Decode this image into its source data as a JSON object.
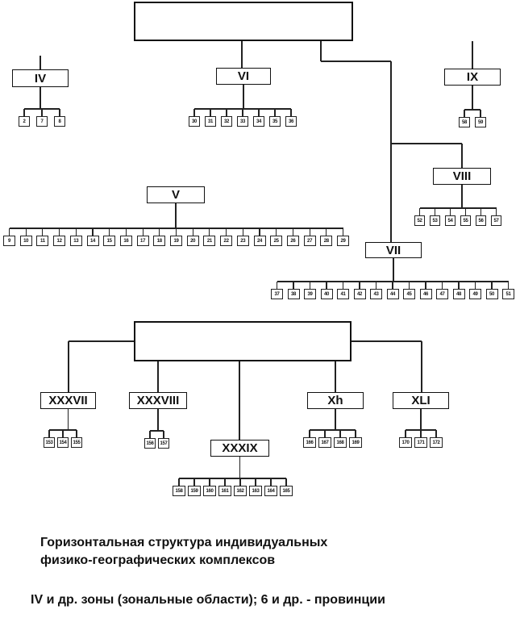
{
  "diagram": {
    "top_root_label": "",
    "bottom_root_label": "",
    "zones": {
      "IV": {
        "label": "IV",
        "provinces": [
          "2",
          "7",
          "8"
        ]
      },
      "VI": {
        "label": "VI",
        "provinces": [
          "30",
          "31",
          "32",
          "33",
          "34",
          "35",
          "36"
        ]
      },
      "IX": {
        "label": "IX",
        "provinces": [
          "58",
          "59"
        ]
      },
      "VIII": {
        "label": "VIII",
        "provinces": [
          "52",
          "53",
          "54",
          "55",
          "56",
          "57"
        ]
      },
      "V": {
        "label": "V",
        "provinces": [
          "9",
          "10",
          "11",
          "12",
          "13",
          "14",
          "15",
          "16",
          "17",
          "18",
          "19",
          "20",
          "21",
          "22",
          "23",
          "24",
          "25",
          "26",
          "27",
          "28",
          "29"
        ]
      },
      "VII": {
        "label": "VII",
        "provinces": [
          "37",
          "38",
          "39",
          "40",
          "41",
          "42",
          "43",
          "44",
          "45",
          "46",
          "47",
          "48",
          "49",
          "50",
          "51"
        ]
      },
      "XXXVII": {
        "label": "XXXVII",
        "provinces": [
          "153",
          "154",
          "155"
        ]
      },
      "XXXVIII": {
        "label": "XXXVIII",
        "provinces": [
          "156",
          "157"
        ]
      },
      "XXXIX": {
        "label": "XXXIX",
        "provinces": [
          "158",
          "159",
          "160",
          "161",
          "162",
          "163",
          "164",
          "165"
        ]
      },
      "Xh": {
        "label": "Xh",
        "provinces": [
          "166",
          "167",
          "168",
          "169"
        ]
      },
      "XLI": {
        "label": "XLI",
        "provinces": [
          "170",
          "171",
          "172"
        ]
      }
    }
  },
  "caption": {
    "title_line1": "Горизонтальная структура индивидуальных",
    "title_line2": "физико-географических комплексов",
    "legend": "IV и др. зоны (зональные области); 6 и др. - провинции"
  }
}
